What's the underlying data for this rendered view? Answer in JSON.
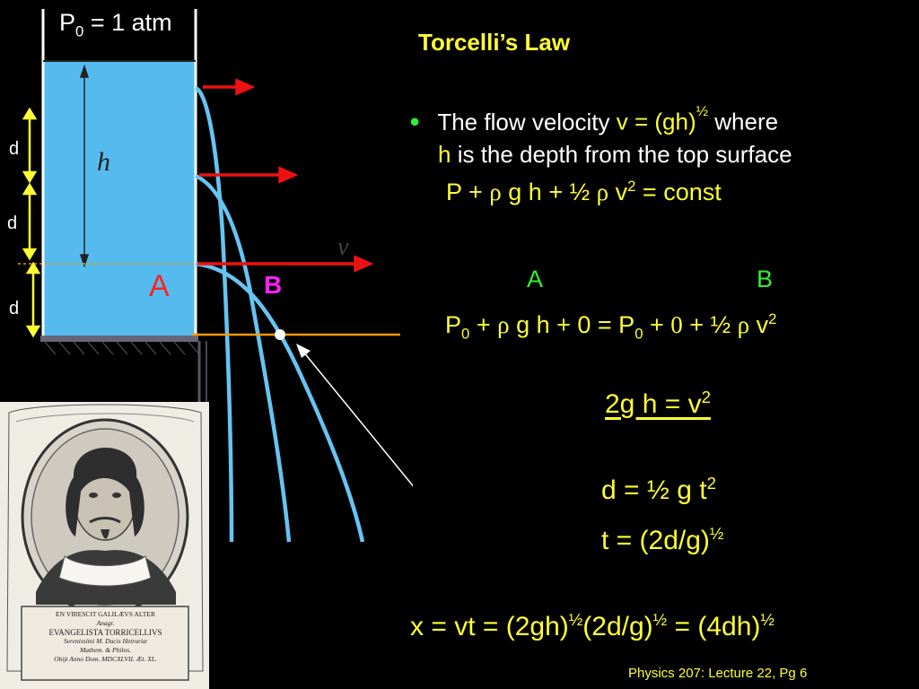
{
  "slide": {
    "title": "Torcelli’s Law",
    "footer": "Physics 207: Lecture 22, Pg 6"
  },
  "diagram": {
    "p0_label": "P",
    "p0_sub": "0",
    "p0_rest": " = 1 atm",
    "h_label": "h",
    "v_label": "v",
    "d_labels": [
      "d",
      "d",
      "d"
    ],
    "point_a": "A",
    "point_b": "B"
  },
  "bullet": {
    "line1_pre": "The flow velocity ",
    "line1_formula": "v = (gh)",
    "line1_exp": "½",
    "line1_post": " where",
    "line2_var": "h",
    "line2_post": " is the depth from the top surface"
  },
  "equations": {
    "bernoulli_a": "P + ",
    "bernoulli_rho1": "ρ",
    "bernoulli_b": " g h + ½ ",
    "bernoulli_rho2": "ρ",
    "bernoulli_c": " v",
    "bernoulli_exp": "2",
    "bernoulli_d": "  = const",
    "label_a": "A",
    "label_b": "B",
    "ab_p": "P",
    "ab_sub1": "0",
    "ab_mid1": "  + ",
    "ab_rho1": "ρ",
    "ab_mid2": " g h +  0  = P",
    "ab_sub2": "0",
    "ab_mid3": "  + ",
    "ab_zero": "0",
    "ab_mid4": " + ½ ",
    "ab_rho2": "ρ",
    "ab_v": " v",
    "ab_exp": "2",
    "result": "2g h  =  v",
    "result_exp": "2",
    "d_eq": "d  =  ½ g t",
    "d_eq_exp": "2",
    "t_eq": "t  =  (2d/g)",
    "t_eq_exp": "½",
    "x_eq_a": "x = vt = (2gh)",
    "x_eq_e1": "½",
    "x_eq_b": "(2d/g)",
    "x_eq_e2": "½",
    "x_eq_c": " = (4dh)",
    "x_eq_e3": "½"
  },
  "portrait_inscription": [
    "EN VIRESCIT GALILÆVS ALTER",
    "Anagr.",
    "EVANGELISTA TORRICELLIVS",
    "Serenissimi M. Ducis Hetruriæ",
    "Mathem. & Philos.",
    "Obijt Anno Dom. MDCXLVII. Æt. XL."
  ],
  "colors": {
    "water": "#55bbee",
    "arrows": "#ee1111",
    "level_line": "#ff9900",
    "title": "#ffff33",
    "highlight": "#33ee33"
  }
}
